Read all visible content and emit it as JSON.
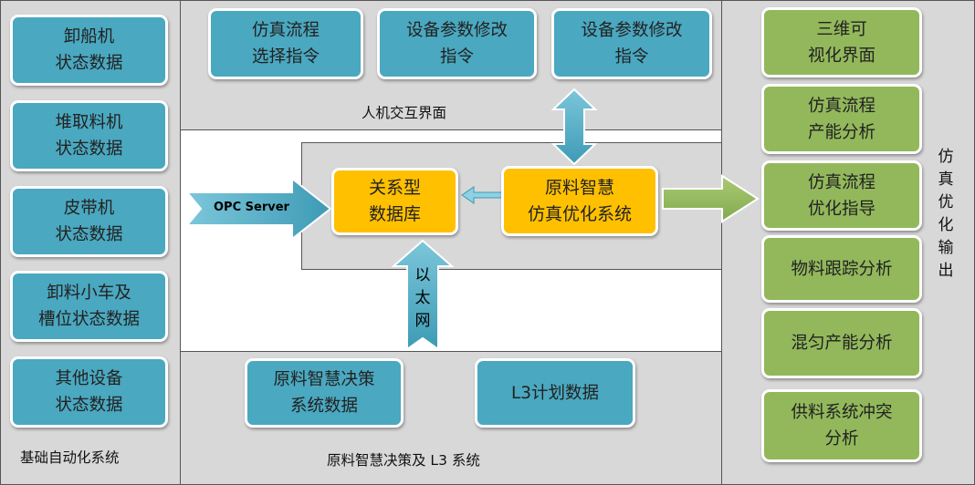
{
  "left_panel": {
    "title": "基础自动化系统",
    "boxes": [
      "卸船机\n状态数据",
      "堆取料机\n状态数据",
      "皮带机\n状态数据",
      "卸料小车及\n槽位状态数据",
      "其他设备\n状态数据"
    ]
  },
  "top_panel": {
    "title": "人机交互界面",
    "boxes": [
      "仿真流程\n选择指令",
      "设备参数修改\n指令",
      "设备参数修改\n指令"
    ]
  },
  "bottom_panel": {
    "title": "原料智慧决策及 L3 系统",
    "boxes": [
      "原料智慧决策\n系统数据",
      "L3计划数据"
    ]
  },
  "center": {
    "database": "关系型\n数据库",
    "system": "原料智慧\n仿真优化系统",
    "opc_label": "OPC Server",
    "ethernet_label": "以\n太\n网"
  },
  "right_panel": {
    "title": "仿\n真\n优\n化\n输\n出",
    "boxes": [
      "三维可\n视化界面",
      "仿真流程\n产能分析",
      "仿真流程\n优化指导",
      "物料跟踪分析",
      "混匀产能分析",
      "供料系统冲突\n分析"
    ]
  },
  "colors": {
    "blue": "#4aa8c0",
    "green": "#92b85b",
    "orange": "#ffc000",
    "panel": "#d8d8d8"
  }
}
